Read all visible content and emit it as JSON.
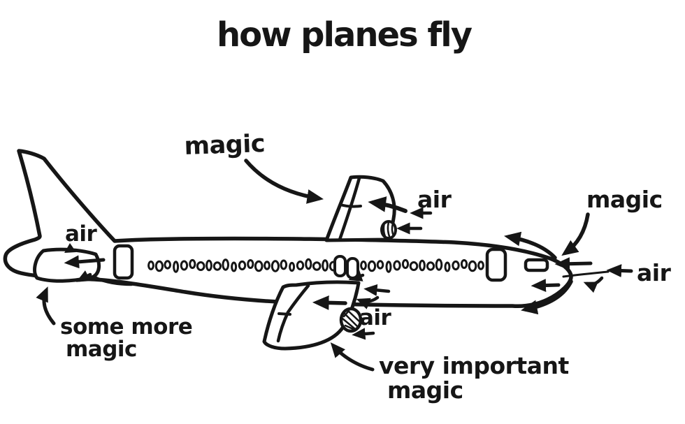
{
  "title": "how planes fly",
  "colors": {
    "ink": "#161616",
    "paper": "#ffffff"
  },
  "labels": {
    "top_wing_magic": "magic",
    "top_wing_air": "air",
    "nose_magic": "magic",
    "nose_air": "air",
    "tail_air": "air",
    "tail_magic": {
      "line1": "some more",
      "line2": "magic"
    },
    "bottom_wing_air": "air",
    "bottom_wing_magic": {
      "line1": "very important",
      "line2": "magic"
    }
  },
  "plane": {
    "windows": {
      "rear_count": 23,
      "front_count": 15
    }
  }
}
